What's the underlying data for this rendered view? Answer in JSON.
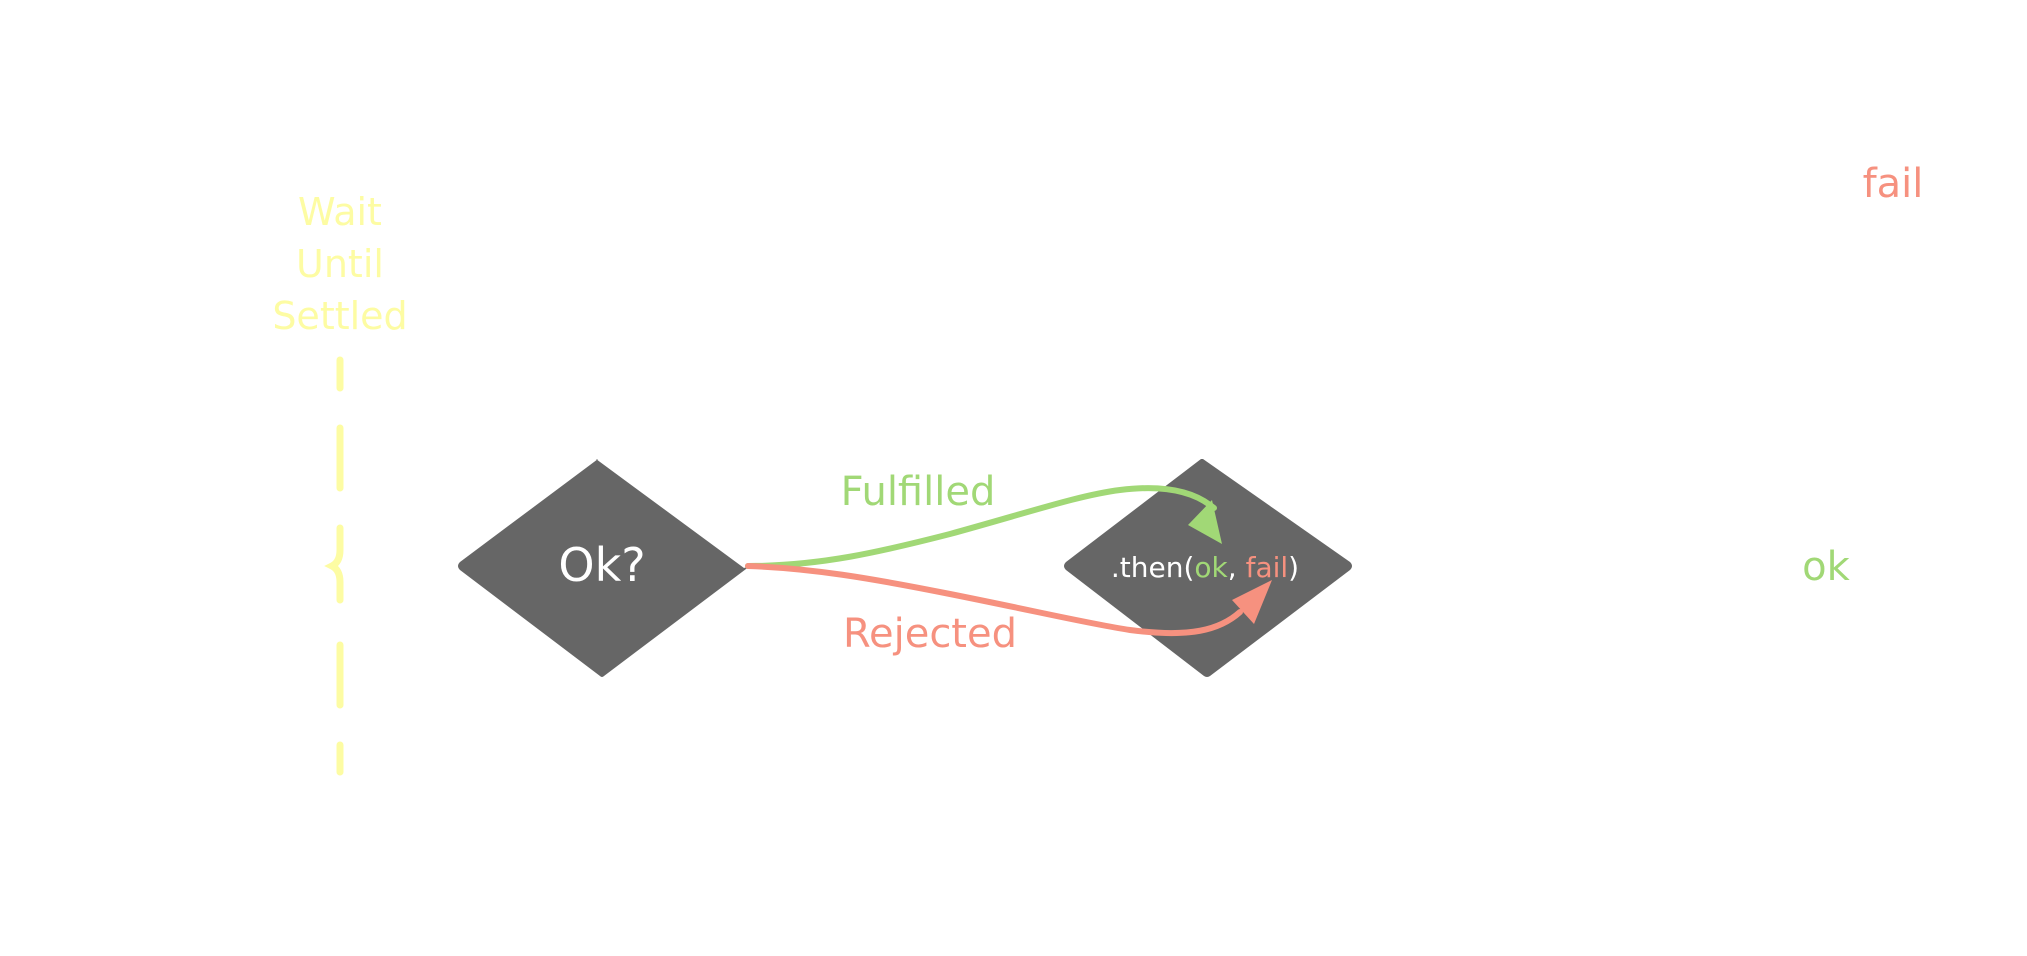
{
  "colors": {
    "background": "#ffffff",
    "node_fill": "#666666",
    "node_text": "#ffffff",
    "fulfilled": "#a1d876",
    "rejected": "#f6917f",
    "wait": "#fdfca3"
  },
  "wait": {
    "lines": [
      "Wait",
      "Until",
      "Settled"
    ]
  },
  "decision": {
    "label": "Ok?"
  },
  "then_node": {
    "prefix": ".then(",
    "ok": "ok",
    "separator": ", ",
    "fail": "fail",
    "suffix": ")"
  },
  "edges": {
    "fulfilled_label": "Fulfilled",
    "rejected_label": "Rejected"
  },
  "outcomes": {
    "fail": "fail",
    "ok": "ok"
  }
}
